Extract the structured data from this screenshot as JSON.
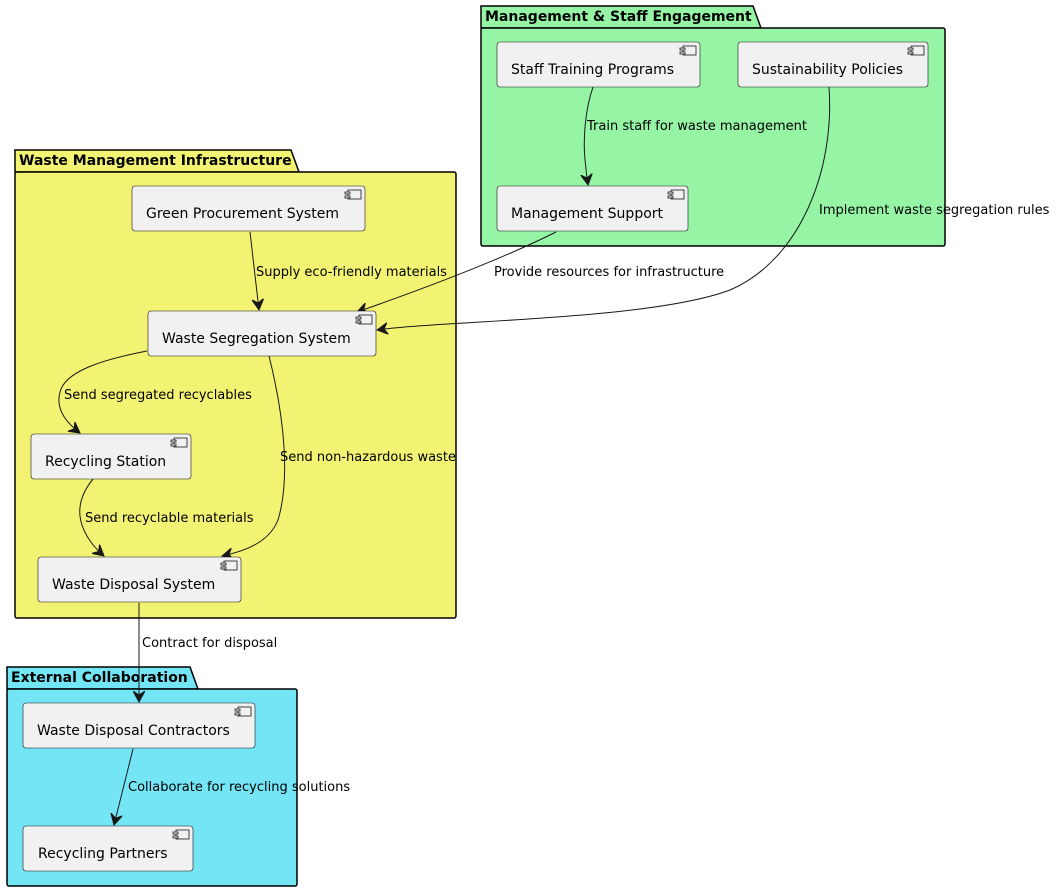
{
  "colors": {
    "infrastructure_package": "#F3F373",
    "management_package": "#95F5A4",
    "external_package": "#73E5F5",
    "component_fill": "#F1F1F1",
    "line": "#181818"
  },
  "packages": {
    "infrastructure": {
      "title": "Waste Management Infrastructure"
    },
    "management": {
      "title": "Management & Staff Engagement"
    },
    "external": {
      "title": "External Collaboration"
    }
  },
  "components": {
    "green_procurement": "Green Procurement System",
    "waste_segregation": "Waste Segregation System",
    "recycling_station": "Recycling Station",
    "waste_disposal": "Waste Disposal System",
    "staff_training": "Staff Training Programs",
    "sustainability_policies": "Sustainability Policies",
    "management_support": "Management Support",
    "disposal_contractors": "Waste Disposal Contractors",
    "recycling_partners": "Recycling Partners"
  },
  "edges": {
    "supply": "Supply eco-friendly materials",
    "send_recyclables": "Send segregated recyclables",
    "send_non_hazardous": "Send non-hazardous waste",
    "send_recyclable_materials": "Send recyclable materials",
    "train_staff": "Train staff for waste management",
    "implement_rules": "Implement waste segregation rules",
    "provide_resources": "Provide resources for infrastructure",
    "contract_disposal": "Contract for disposal",
    "collaborate": "Collaborate for recycling solutions"
  }
}
